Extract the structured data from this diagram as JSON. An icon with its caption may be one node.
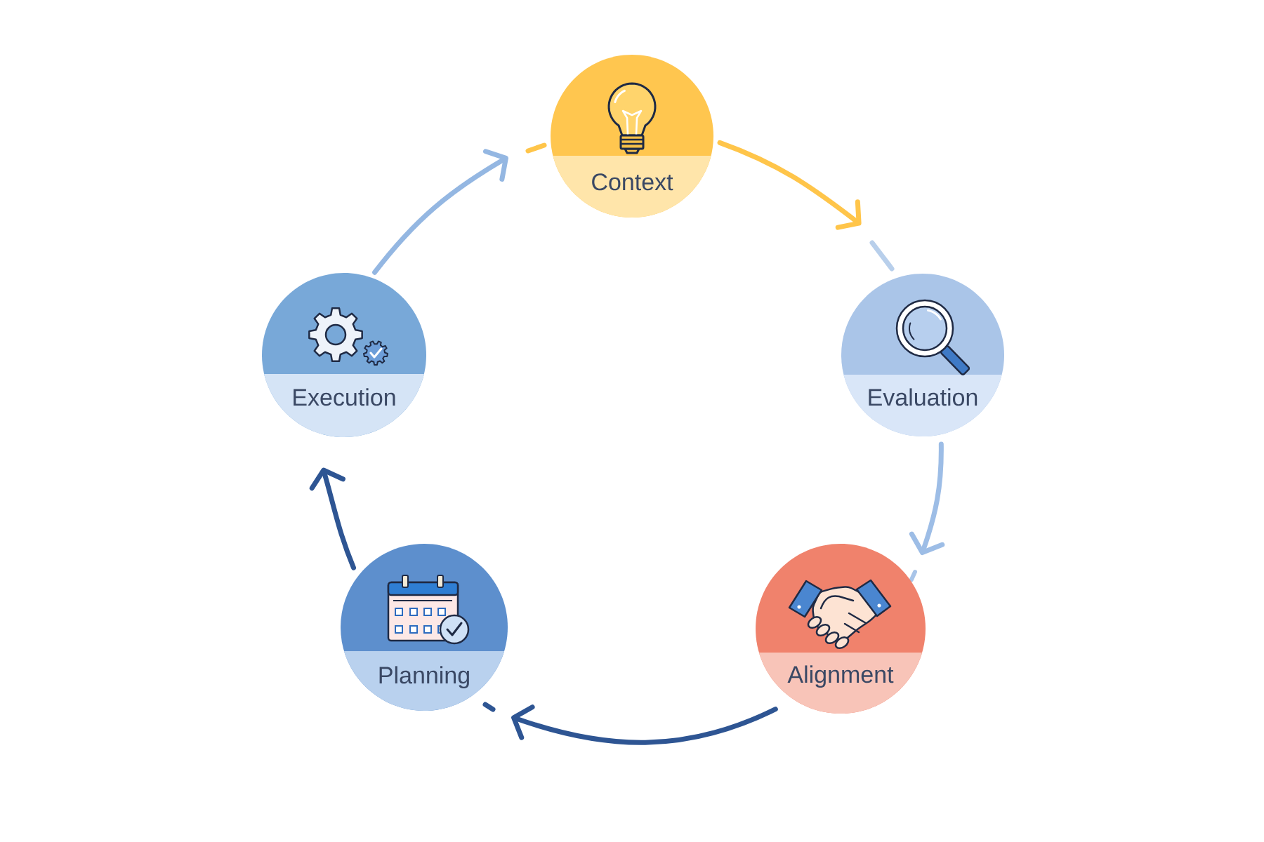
{
  "diagram": {
    "nodes": [
      {
        "text": [
          "Context"
        ]
      },
      {
        "text": [
          "Evaluation"
        ]
      },
      {
        "text": [
          "Alignment"
        ]
      },
      {
        "text": [
          "Planning"
        ]
      },
      {
        "text": [
          "Execution"
        ]
      }
    ],
    "edges": [
      {
        "from": 0,
        "to": 1,
        "arrow": "to",
        "color": "#ffc54a"
      },
      {
        "from": 1,
        "to": 2,
        "arrow": "to",
        "color": "#9dbde6"
      },
      {
        "from": 2,
        "to": 3,
        "arrow": "to",
        "color": "#2e5593"
      },
      {
        "from": 3,
        "to": 4,
        "arrow": "to",
        "color": "#2e5593"
      },
      {
        "from": 4,
        "to": 0,
        "arrow": "to",
        "color": "#94b7e2"
      }
    ]
  }
}
